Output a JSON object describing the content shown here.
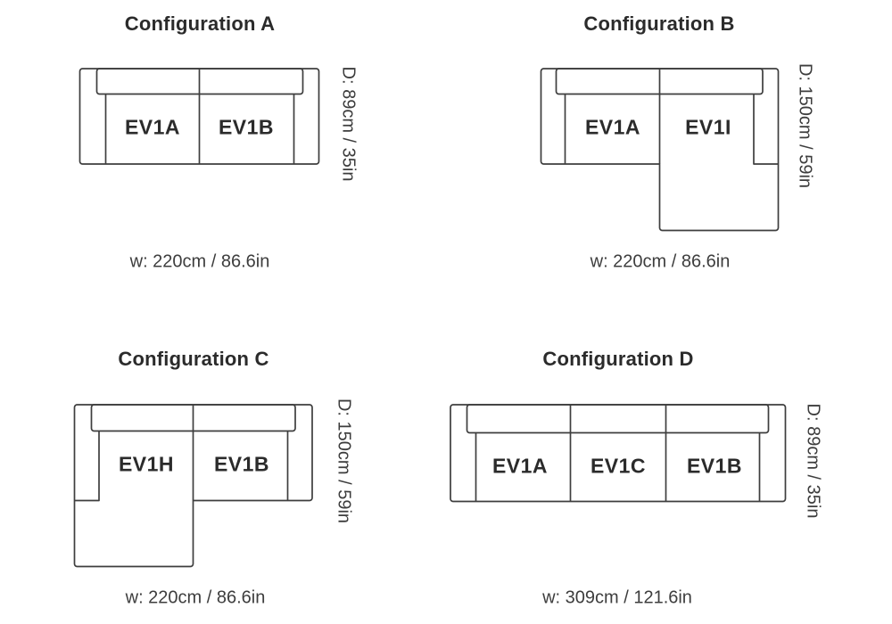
{
  "page": {
    "background": "#ffffff"
  },
  "colors": {
    "outline": "#3e3e3e",
    "heading_text": "#2b2b2b",
    "module_text": "#2b2b2b",
    "dimension_text": "#3d3d3d"
  },
  "configs": [
    {
      "title": "Configuration A",
      "modules": [
        {
          "label": "EV1A"
        },
        {
          "label": "EV1B"
        }
      ],
      "depth_label": "D: 89cm / 35in",
      "width_label": "w: 220cm / 86.6in"
    },
    {
      "title": "Configuration B",
      "modules": [
        {
          "label": "EV1A"
        },
        {
          "label": "EV1I"
        }
      ],
      "depth_label": "D: 150cm / 59in",
      "width_label": "w: 220cm / 86.6in"
    },
    {
      "title": "Configuration C",
      "modules": [
        {
          "label": "EV1H"
        },
        {
          "label": "EV1B"
        }
      ],
      "depth_label": "D: 150cm / 59in",
      "width_label": "w: 220cm / 86.6in"
    },
    {
      "title": "Configuration D",
      "modules": [
        {
          "label": "EV1A"
        },
        {
          "label": "EV1C"
        },
        {
          "label": "EV1B"
        }
      ],
      "depth_label": "D: 89cm / 35in",
      "width_label": "w: 309cm / 121.6in"
    }
  ]
}
